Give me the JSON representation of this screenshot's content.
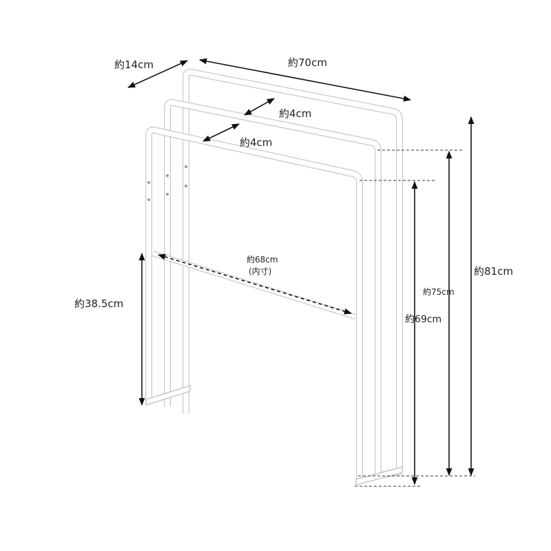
{
  "dimensions": {
    "depth": "約14cm",
    "width": "約70cm",
    "spacing_1": "約4cm",
    "spacing_2": "約4cm",
    "inner_width": "約68cm",
    "inner_width_note": "(内寸)",
    "lower_bar_height": "約38.5cm",
    "middle_height": "約75cm",
    "front_height": "約69cm",
    "total_height": "約81cm"
  }
}
